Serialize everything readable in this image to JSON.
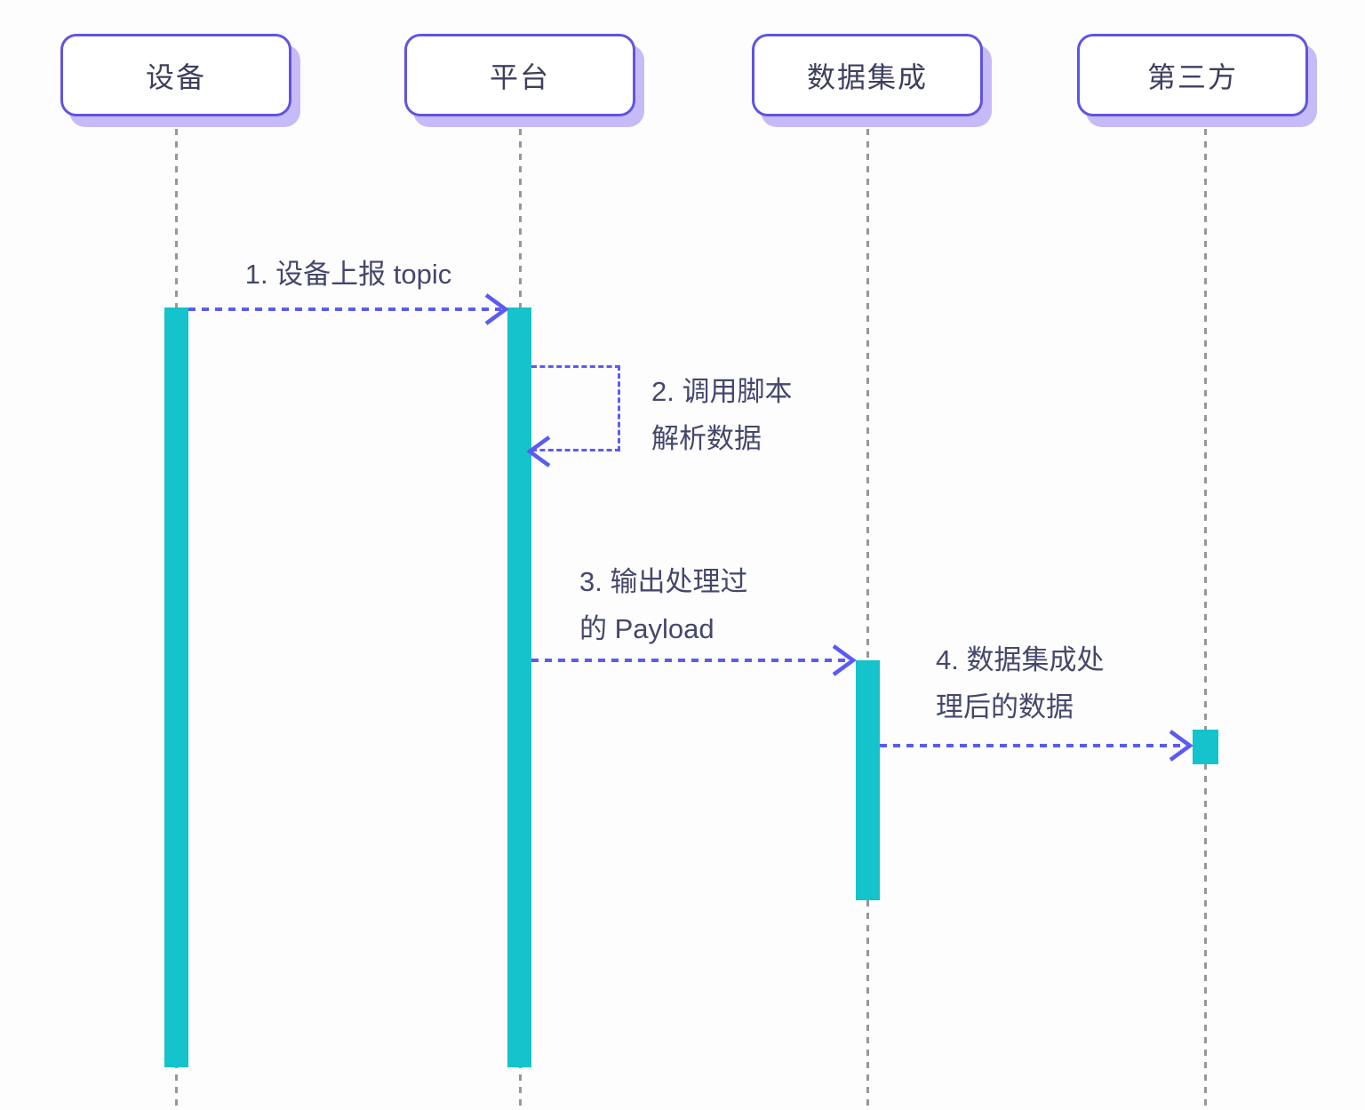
{
  "colors": {
    "background": "#fdfdfd",
    "box-border": "#6154e0",
    "box-shadow": "#c6bbf8",
    "box-fill": "#ffffff",
    "actor-text": "#3e3f5e",
    "message-text": "#45476b",
    "lifeline": "#96979b",
    "activation": "#14c3cb",
    "arrow": "#5b5bf3"
  },
  "actors": [
    {
      "label": "设备"
    },
    {
      "label": "平台"
    },
    {
      "label": "数据集成"
    },
    {
      "label": "第三方"
    }
  ],
  "messages": [
    {
      "lines": [
        "1. 设备上报 topic"
      ]
    },
    {
      "lines": [
        "2. 调用脚本",
        "解析数据"
      ]
    },
    {
      "lines": [
        "3. 输出处理过",
        "的 Payload"
      ]
    },
    {
      "lines": [
        "4. 数据集成处",
        "理后的数据"
      ]
    }
  ]
}
